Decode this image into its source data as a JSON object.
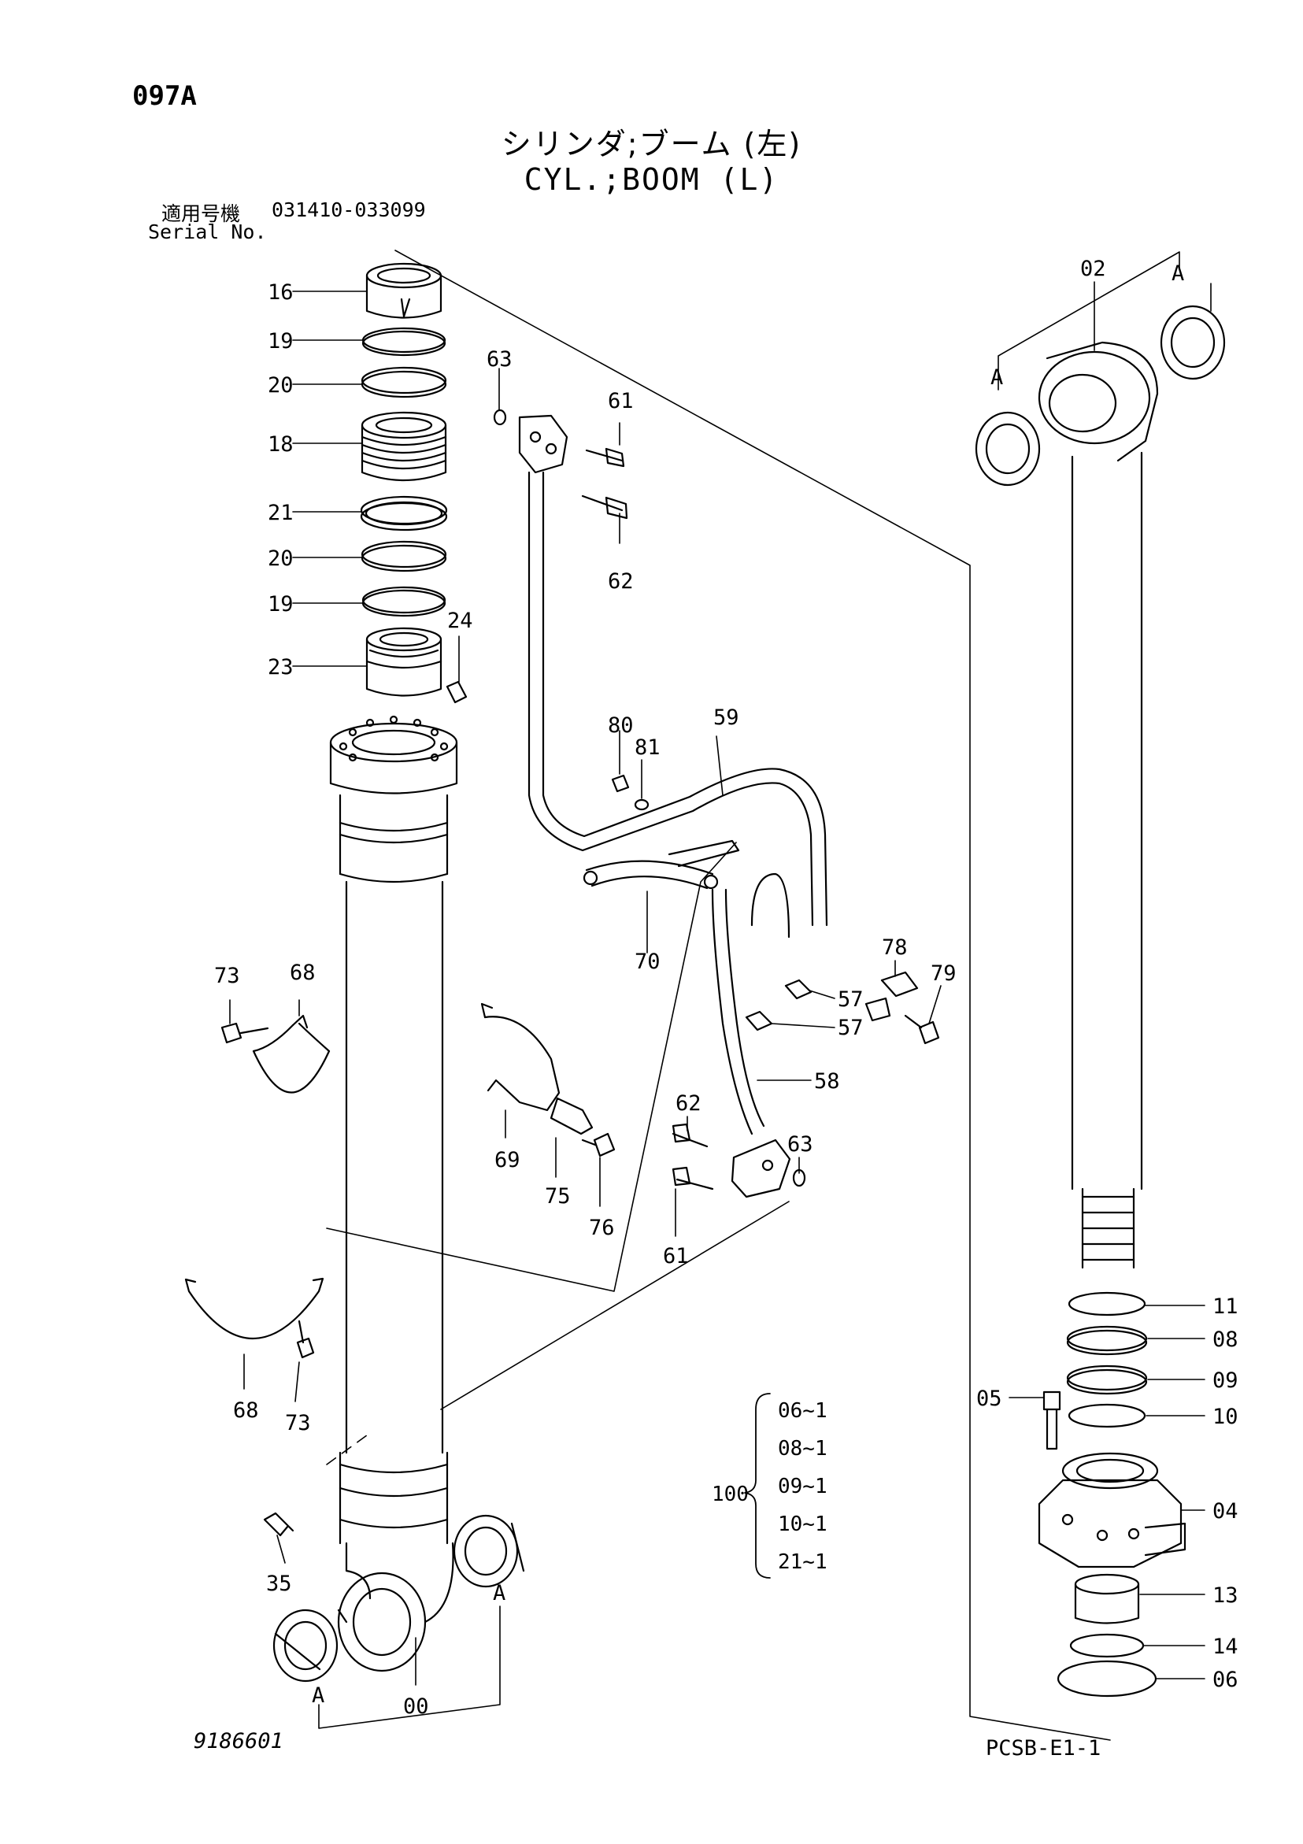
{
  "header": {
    "page_code": "097A",
    "title_jp": "シリンダ;ブーム (左)",
    "title_en": "CYL.;BOOM (L)",
    "serial_label_jp": "適用号機",
    "serial_range": "031410-033099",
    "serial_label_en": "Serial No."
  },
  "footer": {
    "drawing_number": "9186601",
    "page_ref": "PCSB-E1-1"
  },
  "labels": {
    "p16": "16",
    "p19a": "19",
    "p20a": "20",
    "p18": "18",
    "p21": "21",
    "p20b": "20",
    "p19b": "19",
    "p23": "23",
    "p24": "24",
    "p63a": "63",
    "p61a": "61",
    "p62a": "62",
    "p80": "80",
    "p81": "81",
    "p59": "59",
    "p70": "70",
    "p78": "78",
    "p79": "79",
    "p57a": "57",
    "p57b": "57",
    "p73a": "73",
    "p68a": "68",
    "p69": "69",
    "p75": "75",
    "p76": "76",
    "p62b": "62",
    "p58": "58",
    "p63b": "63",
    "p61b": "61",
    "p68b": "68",
    "p73b": "73",
    "p35": "35",
    "p00": "00",
    "a1": "A",
    "a2": "A",
    "a3": "A",
    "a4": "A",
    "p02": "02",
    "p11": "11",
    "p08": "08",
    "p09": "09",
    "p10": "10",
    "p05": "05",
    "p04": "04",
    "p13": "13",
    "p14": "14",
    "p06": "06"
  },
  "kit": {
    "number": "100",
    "items": [
      "06~1",
      "08~1",
      "09~1",
      "10~1",
      "21~1"
    ]
  }
}
